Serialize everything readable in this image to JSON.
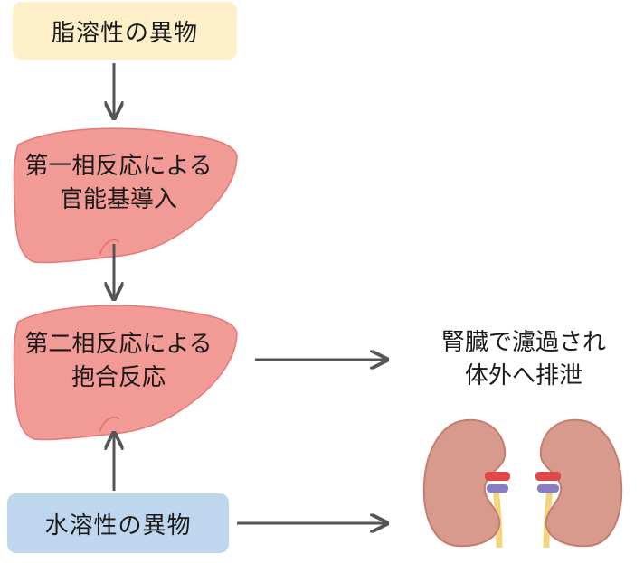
{
  "lipid_box": {
    "label": "脂溶性の異物",
    "color": "#fdf0c8"
  },
  "phase1": {
    "line1": "第一相反応による",
    "line2": "官能基導入"
  },
  "phase2": {
    "line1": "第二相反応による",
    "line2": "抱合反応"
  },
  "water_box": {
    "label": "水溶性の異物",
    "color": "#bed7ee"
  },
  "excretion": {
    "line1": "腎臓で濾過され",
    "line2": "体外へ排泄"
  },
  "colors": {
    "liver_fill": "#f29a96",
    "liver_stroke": "#e47a77",
    "kidney_fill": "#d79a8c",
    "kidney_stroke": "#c47e70",
    "ureter": "#f1d67e",
    "artery": "#e0484b",
    "vein": "#8a7bc8",
    "arrow": "#555555"
  },
  "icons": [
    "liver-icon",
    "liver-icon",
    "kidney-left-icon",
    "kidney-right-icon"
  ]
}
